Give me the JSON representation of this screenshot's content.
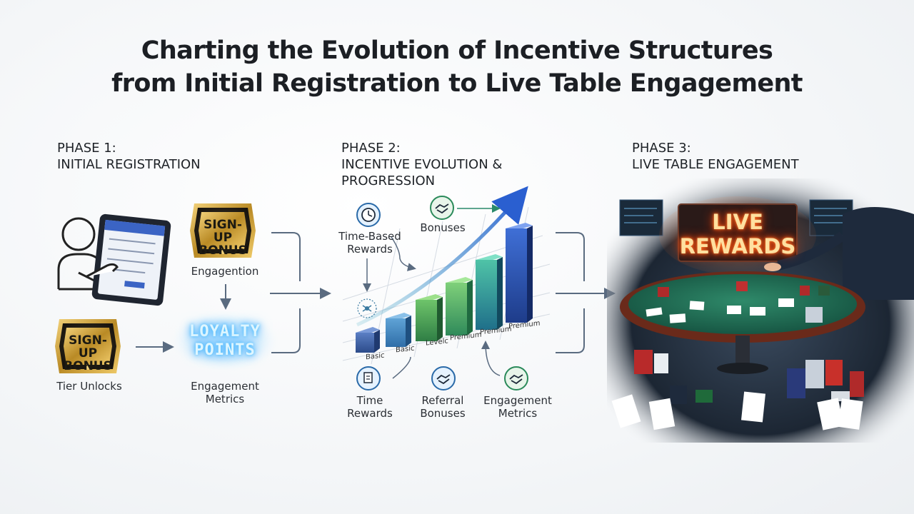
{
  "title": {
    "line1": "Charting the Evolution of Incentive Structures",
    "line2": "from Initial Registration to Live Table Engagement"
  },
  "phases": [
    {
      "line1": "PHASE 1:",
      "line2": "INITIAL REGISTRATION"
    },
    {
      "line1": "PHASE 2:",
      "line2": "INCENTIVE EVOLUTION &",
      "line3": "PROGRESSION"
    },
    {
      "line1": "PHASE 3:",
      "line2": "LIVE TABLE ENGAGEMENT"
    }
  ],
  "phase1": {
    "badge_top": {
      "line1": "SIGN-UP",
      "line2": "BONUS"
    },
    "badge_top_caption": "Engagention",
    "badge_bottom": {
      "line1": "SIGN-UP",
      "line2": "BONUS"
    },
    "badge_bottom_caption": "Tier Unlocks",
    "loyalty": {
      "line1": "LOYALTY",
      "line2": "POINTS"
    },
    "loyalty_caption": {
      "line1": "Engagement",
      "line2": "Metrics"
    }
  },
  "phase2": {
    "time_based": {
      "line1": "Time-Based",
      "line2": "Rewards"
    },
    "bonuses": "Bonuses",
    "time_rewards": {
      "line1": "Time",
      "line2": "Rewards"
    },
    "referral": {
      "line1": "Referral",
      "line2": "Bonuses"
    },
    "engagement": {
      "line1": "Engagement",
      "line2": "Metrics"
    },
    "bars": [
      "Basic",
      "Basic",
      "Levelc",
      "Premium",
      "Premium",
      "Premium"
    ]
  },
  "phase3": {
    "sign": {
      "line1": "LIVE",
      "line2": "REWARDS"
    }
  },
  "colors": {
    "gold": "#d4a83a",
    "badge_dark": "#2a2419",
    "neon_blue": "#4fc3ff",
    "table_green": "#1f6a52",
    "table_rim": "#7a2d1e",
    "arrow_blue": "#2f6fd0",
    "icon_teal": "#2a8a8a"
  }
}
